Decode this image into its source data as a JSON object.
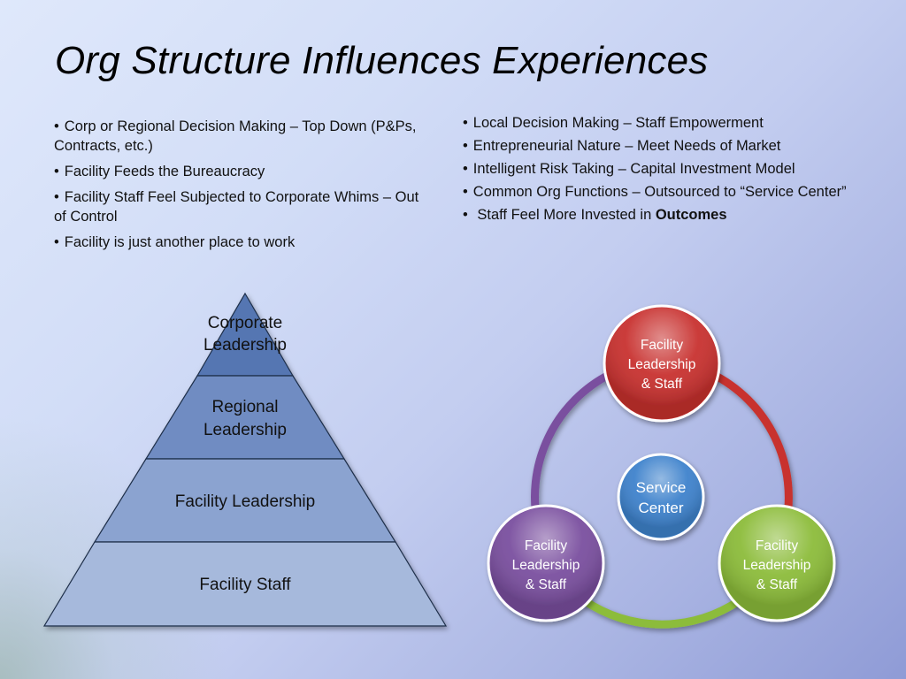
{
  "title": "Org Structure Influences Experiences",
  "left_bullets": [
    "Corp or Regional Decision Making – Top Down (P&Ps, Contracts, etc.)",
    "Facility Feeds the Bureaucracy",
    "Facility Staff Feel Subjected to Corporate Whims – Out of Control",
    "Facility is just another place to work"
  ],
  "right_bullets": [
    {
      "text": "Local Decision Making – Staff Empowerment"
    },
    {
      "text": "Entrepreneurial Nature – Meet Needs of Market"
    },
    {
      "text": "Intelligent Risk Taking – Capital Investment Model"
    },
    {
      "text": "Common Org Functions – Outsourced to “Service Center”"
    },
    {
      "text": " Staff Feel More Invested in ",
      "bold": "Outcomes"
    }
  ],
  "bullet_char": "•",
  "pyramid": {
    "levels": [
      {
        "line1": "Corporate",
        "line2": "Leadership"
      },
      {
        "line1": "Regional",
        "line2": "Leadership"
      },
      {
        "line1": "Facility Leadership"
      },
      {
        "line1": "Facility Staff"
      }
    ],
    "colors": [
      "#5476b2",
      "#6f8cc2",
      "#8ba3d0",
      "#a6b9dc"
    ]
  },
  "cycle": {
    "center": {
      "line1": "Service",
      "line2": "Center",
      "color": "#3e82cc"
    },
    "nodes": [
      {
        "line1": "Facility",
        "line2": "Leadership",
        "line3": "& Staff",
        "color": "#c8312f"
      },
      {
        "line1": "Facility",
        "line2": "Leadership",
        "line3": "& Staff",
        "color": "#8cbc3a"
      },
      {
        "line1": "Facility",
        "line2": "Leadership",
        "line3": "& Staff",
        "color": "#7a4f9f"
      }
    ]
  }
}
